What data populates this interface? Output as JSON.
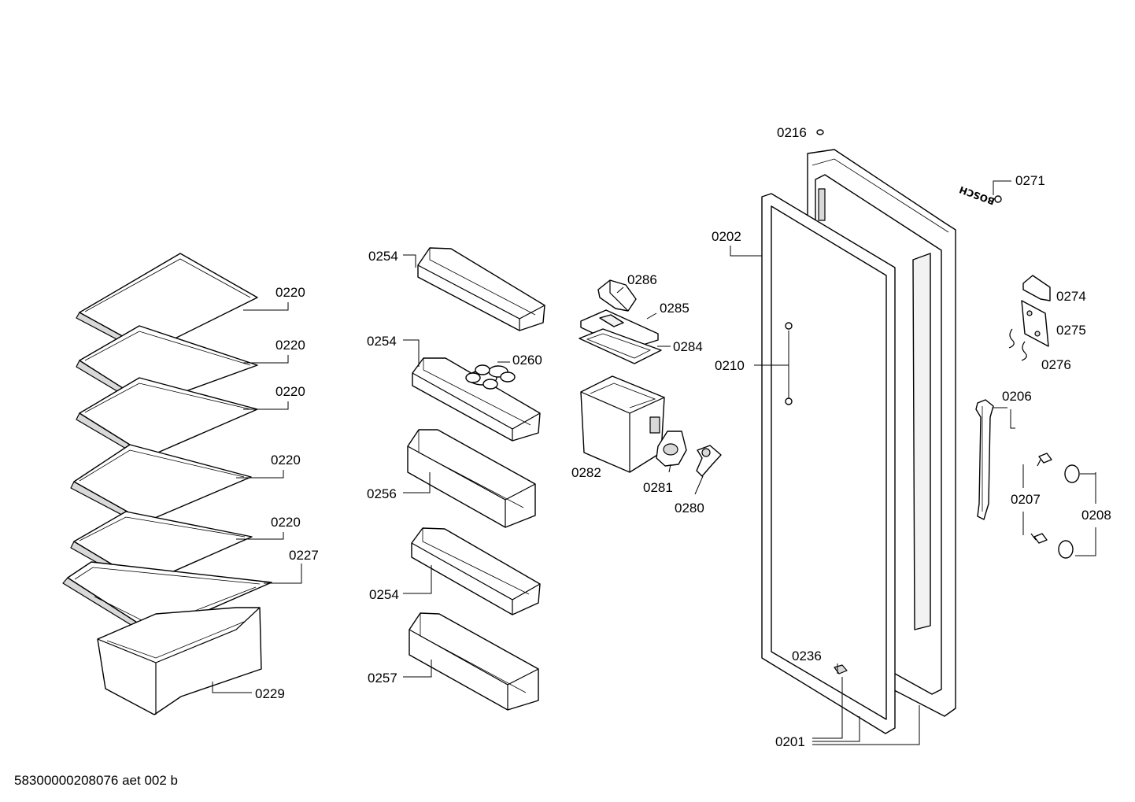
{
  "labels": {
    "p0216": "0216",
    "p0271": "0271",
    "p0202": "0202",
    "p0210": "0210",
    "p0274": "0274",
    "p0275": "0275",
    "p0276": "0276",
    "p0206": "0206",
    "p0207": "0207",
    "p0208": "0208",
    "p0236": "0236",
    "p0201": "0201",
    "p0220_1": "0220",
    "p0220_2": "0220",
    "p0220_3": "0220",
    "p0220_4": "0220",
    "p0220_5": "0220",
    "p0227": "0227",
    "p0229": "0229",
    "p0254_1": "0254",
    "p0254_2": "0254",
    "p0254_3": "0254",
    "p0256": "0256",
    "p0257": "0257",
    "p0260": "0260",
    "p0286": "0286",
    "p0285": "0285",
    "p0284": "0284",
    "p0282": "0282",
    "p0281": "0281",
    "p0280": "0280"
  },
  "logo_text": "BOSCH",
  "footer": "58300000208076 aet 002 b"
}
